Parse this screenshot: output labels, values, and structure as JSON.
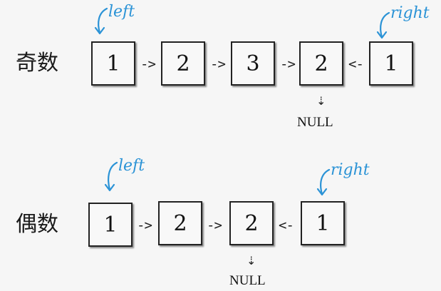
{
  "odd": {
    "label": "奇数",
    "nodes": [
      "1",
      "2",
      "3",
      "2",
      "1"
    ],
    "arrows": [
      "->",
      "->",
      "->",
      "<-"
    ],
    "null_label": "NULL",
    "left_pointer": "left",
    "right_pointer": "right"
  },
  "even": {
    "label": "偶数",
    "nodes": [
      "1",
      "2",
      "2",
      "1"
    ],
    "arrows": [
      "->",
      "->",
      "<-"
    ],
    "null_label": "NULL",
    "left_pointer": "left",
    "right_pointer": "right"
  },
  "colors": {
    "pointer": "#2b93d6",
    "ink": "#222222"
  },
  "icons": {
    "down_arrow": "arrow-down-icon",
    "pointer": "curved-arrow-icon"
  }
}
